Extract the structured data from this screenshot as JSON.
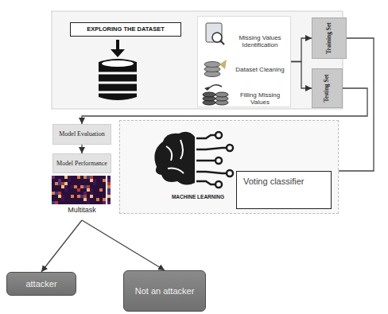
{
  "diagram": {
    "nodes": [
      {
        "text": [
          "EXPLORING THE DATASET"
        ]
      },
      {
        "text": [
          "Missing Values Identification",
          "Dataset Cleaning",
          "Filling Missing Values"
        ]
      },
      {
        "text": [
          "Training Set"
        ]
      },
      {
        "text": [
          "Testing Set"
        ]
      },
      {
        "text": [
          "Model Evaluation"
        ]
      },
      {
        "text": [
          "Model Performance"
        ]
      },
      {
        "text": [
          "Multitask"
        ]
      },
      {
        "text": [
          "MACHINE LEARNING"
        ]
      },
      {
        "text": [
          "Voting classifier"
        ],
        "in": 7
      },
      {
        "text": [
          "attacker"
        ]
      },
      {
        "text": [
          "Not an attacker"
        ]
      }
    ],
    "edges": [
      {
        "from": 1,
        "to": 2,
        "arrow": "to"
      },
      {
        "from": 1,
        "to": 3,
        "arrow": "to"
      },
      {
        "from": 2,
        "to": 7,
        "arrow": "none"
      },
      {
        "from": 3,
        "to": 4,
        "arrow": "to"
      },
      {
        "from": 4,
        "to": 5,
        "arrow": "to"
      },
      {
        "from": 6,
        "to": 9,
        "arrow": "to"
      },
      {
        "from": 6,
        "to": 10,
        "arrow": "to"
      }
    ]
  }
}
